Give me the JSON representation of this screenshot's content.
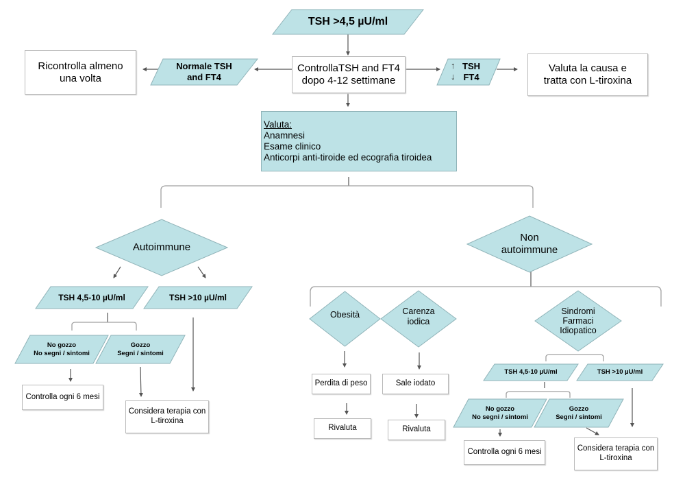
{
  "colors": {
    "fill": "#bde2e6",
    "stroke": "#8fb3b8",
    "line": "#555555",
    "bracket": "#a0a0a0"
  },
  "start": {
    "text": "TSH >4,5 µU/ml"
  },
  "control": {
    "lines": [
      "ControllaTSH and FT4",
      "dopo 4-12 settimane"
    ]
  },
  "normal": {
    "lines": [
      "Normale TSH",
      "and FT4"
    ]
  },
  "recheck": {
    "lines": [
      "Ricontrolla almeno",
      "una volta"
    ]
  },
  "abnormal": {
    "lines": [
      "TSH",
      "FT4"
    ],
    "arrow_up": "↑",
    "arrow_down": "↓"
  },
  "cause": {
    "lines": [
      "Valuta la causa e",
      "tratta con L-tiroxina"
    ]
  },
  "evaluate": {
    "title": "Valuta:",
    "items": [
      "Anamnesi",
      "Esame clinico",
      "Anticorpi anti-tiroide ed ecografia tiroidea"
    ]
  },
  "autoimmune": {
    "label": "Autoimmune",
    "tsh_mid": "TSH 4,5-10 µU/ml",
    "tsh_high": "TSH >10 µU/ml",
    "no_goiter": [
      "No gozzo",
      "No segni / sintomi"
    ],
    "goiter": [
      "Gozzo",
      "Segni / sintomi"
    ],
    "monitor": "Controlla ogni 6 mesi",
    "therapy": [
      "Considera terapia con",
      "L-tiroxina"
    ]
  },
  "non_autoimmune": {
    "label": [
      "Non",
      "autoimmune"
    ],
    "obesity": "Obesità",
    "iodine": [
      "Carenza",
      "iodica"
    ],
    "weight_loss": "Perdita di peso",
    "iodized_salt": "Sale iodato",
    "reassess_1": "Rivaluta",
    "reassess_2": "Rivaluta",
    "syndromes": [
      "Sindromi",
      "Farmaci",
      "Idiopatico"
    ],
    "tsh_mid": "TSH 4,5-10 µU/ml",
    "tsh_high": "TSH >10 µU/ml",
    "no_goiter": [
      "No gozzo",
      "No segni / sintomi"
    ],
    "goiter": [
      "Gozzo",
      "Segni / sintomi"
    ],
    "monitor": "Controlla ogni 6 mesi",
    "therapy": [
      "Considera terapia con",
      "L-tiroxina"
    ]
  }
}
